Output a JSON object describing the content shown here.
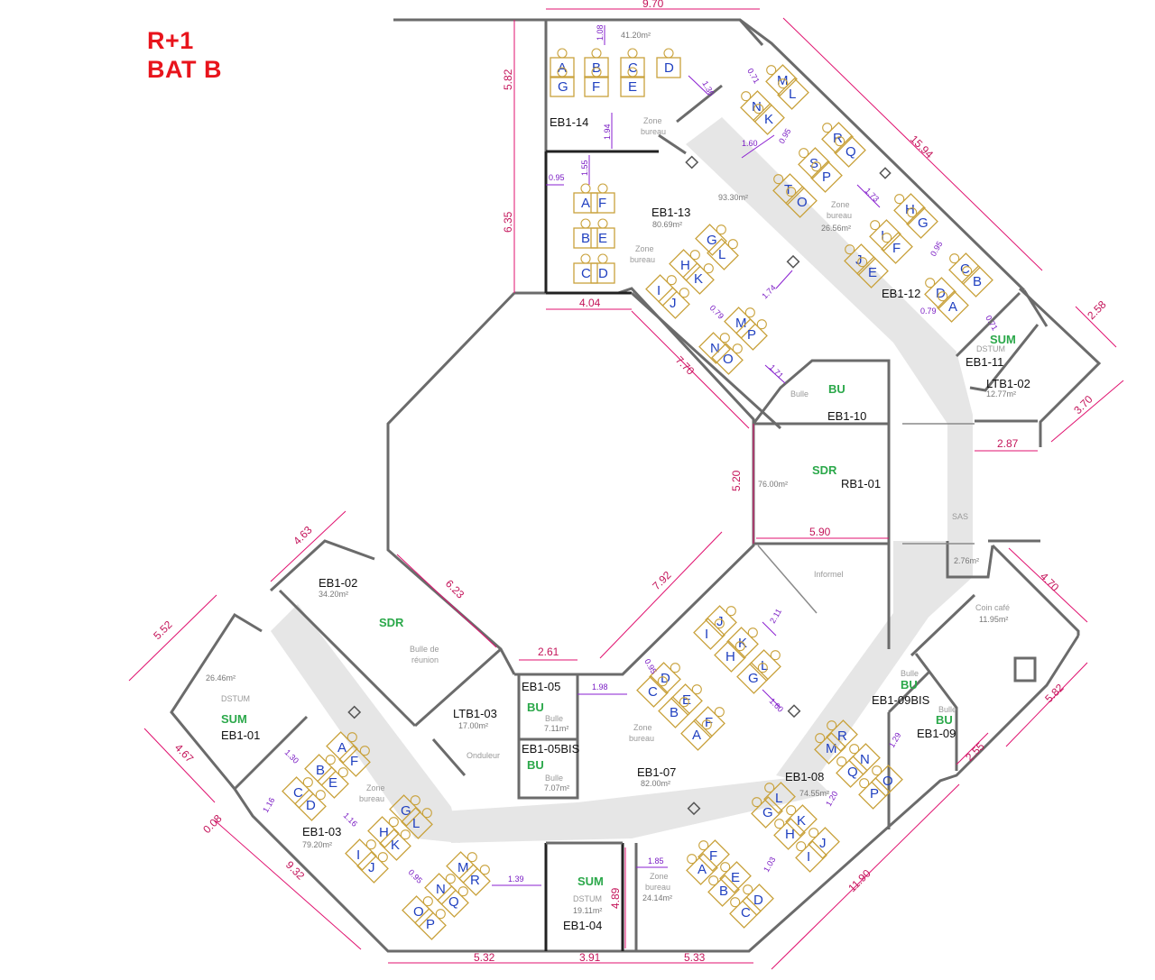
{
  "title": {
    "line1": "R+1",
    "line2": "BAT B"
  },
  "rooms": [
    {
      "code": "EB1-14",
      "area": "41.20m²",
      "zone": "Zone\nbureau"
    },
    {
      "code": "EB1-13",
      "area": "80.69m²",
      "zone": "Zone\nbureau"
    },
    {
      "code": "EB1-12",
      "area": "26.56m²",
      "zone": "Zone\nbureau"
    },
    {
      "code": "EB1-11",
      "area": "",
      "zone": "DSTUM",
      "tag": "SUM"
    },
    {
      "code": "LTB1-02",
      "area": "12.77m²",
      "zone": ""
    },
    {
      "code": "EB1-10",
      "area": "",
      "zone": "Bulle",
      "tag": "BU"
    },
    {
      "code": "RB1-01",
      "area": "76.00m²",
      "zone": "",
      "tag": "SDR"
    },
    {
      "code": "EB1-02",
      "area": "34.20m²",
      "zone": "Bulle de\nréunion",
      "tag": "SDR"
    },
    {
      "code": "EB1-01",
      "area": "26.46m²",
      "zone": "DSTUM",
      "tag": "SUM"
    },
    {
      "code": "LTB1-03",
      "area": "17.00m²",
      "zone": "Onduleur"
    },
    {
      "code": "EB1-05",
      "area": "7.11m²",
      "zone": "Bulle",
      "tag": "BU"
    },
    {
      "code": "EB1-05BIS",
      "area": "7.07m²",
      "zone": "Bulle",
      "tag": "BU"
    },
    {
      "code": "EB1-07",
      "area": "82.00m²",
      "zone": "Zone\nbureau"
    },
    {
      "code": "EB1-08",
      "area": "74.55m²",
      "zone": ""
    },
    {
      "code": "EB1-09BIS",
      "area": "",
      "zone": "Bulle",
      "tag": "BU"
    },
    {
      "code": "EB1-09",
      "area": "",
      "zone": "",
      "tag": "BU"
    },
    {
      "code": "EB1-03",
      "area": "79.20m²",
      "zone": "Zone\nbureau"
    },
    {
      "code": "EB1-04",
      "area": "19.11m²",
      "zone": "DSTUM",
      "tag": "SUM"
    },
    {
      "code": "",
      "area": "24.14m²",
      "zone": "Zone\nbureau"
    }
  ],
  "misc_labels": {
    "corridor_area": "93.30m²",
    "informel": "Informel",
    "coin_cafe": "Coin café",
    "coin_cafe_area": "11.95m²",
    "sas": "SAS",
    "sas_area": "2.76m²"
  },
  "dimensions": [
    "9.70",
    "5.82",
    "6.35",
    "4.04",
    "15.94",
    "2.58",
    "3.70",
    "2.87",
    "7.70",
    "5.20",
    "5.90",
    "4.63",
    "6.23",
    "5.52",
    "7.92",
    "2.61",
    "4.70",
    "5.82",
    "2.55",
    "4.67",
    "0.08",
    "9.32",
    "11.90",
    "5.32",
    "3.91",
    "5.33",
    "4.89"
  ],
  "small_dimensions": [
    "1.08",
    "1.36",
    "1.94",
    "0.95",
    "1.55",
    "0.71",
    "1.60",
    "0.95",
    "1.73",
    "0.95",
    "0.79",
    "0.71",
    "1.74",
    "0.79",
    "1.71",
    "1.98",
    "1.30",
    "1.16",
    "1.16",
    "0.95",
    "1.39",
    "0.95",
    "2.11",
    "1.60",
    "1.29",
    "1.20",
    "1.85",
    "1.03"
  ],
  "desk_groups": {
    "EB1-14": [
      "A",
      "B",
      "C",
      "D",
      "G",
      "F",
      "E"
    ],
    "EB1-13a": [
      "A",
      "F",
      "B",
      "E",
      "C",
      "D"
    ],
    "EB1-13b": [
      "G",
      "L",
      "H",
      "K",
      "I",
      "J",
      "M",
      "P",
      "N",
      "O"
    ],
    "EB1-12": [
      "M",
      "L",
      "N",
      "K",
      "R",
      "Q",
      "S",
      "P",
      "T",
      "O",
      "H",
      "G",
      "I",
      "F",
      "J",
      "E",
      "C",
      "B",
      "D",
      "A"
    ],
    "EB1-07": [
      "J",
      "I",
      "K",
      "H",
      "L",
      "G",
      "D",
      "C",
      "E",
      "B",
      "F",
      "A"
    ],
    "EB1-08": [
      "M",
      "R",
      "Q",
      "N",
      "P",
      "O",
      "L",
      "G",
      "K",
      "H",
      "J",
      "I"
    ],
    "EB1-03": [
      "A",
      "F",
      "B",
      "E",
      "C",
      "D",
      "G",
      "L",
      "H",
      "K",
      "I",
      "J",
      "M",
      "R",
      "N",
      "Q",
      "O",
      "P"
    ],
    "EB1-04_zone": [
      "F",
      "A",
      "E",
      "B",
      "D",
      "C"
    ]
  },
  "colors": {
    "dimension": "#e0116f",
    "small_dimension": "#8a1fd1",
    "desk": "#c9a23c",
    "desk_letter": "#2040c0",
    "tag": "#2ba84a",
    "title": "#e8141c",
    "wall": "#6b6b6b",
    "corridor": "#e6e6e6"
  }
}
